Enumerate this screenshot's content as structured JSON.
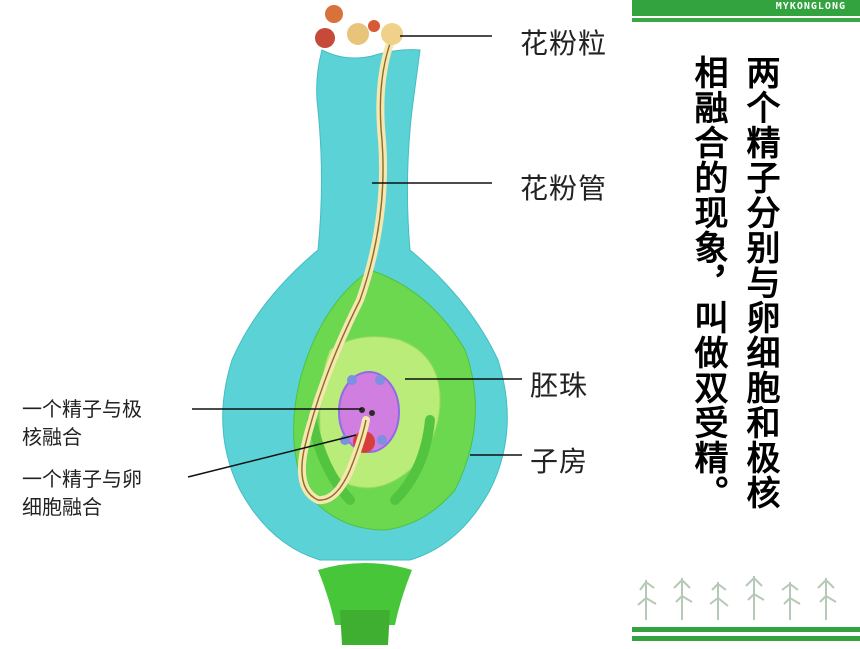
{
  "diagram": {
    "labels": {
      "pollen_grain": "花粉粒",
      "pollen_tube": "花粉管",
      "ovule": "胚珠",
      "ovary": "子房",
      "sperm_polar": "一个精子与极\n核融合",
      "sperm_egg": "一个精子与卵\n细胞融合"
    }
  },
  "panel": {
    "brand": "MYKONGLONG",
    "line1": "两个精子分别与卵细胞和极核",
    "line2": "相融合的现象，叫做双受精。",
    "accent": "#33a33f"
  }
}
